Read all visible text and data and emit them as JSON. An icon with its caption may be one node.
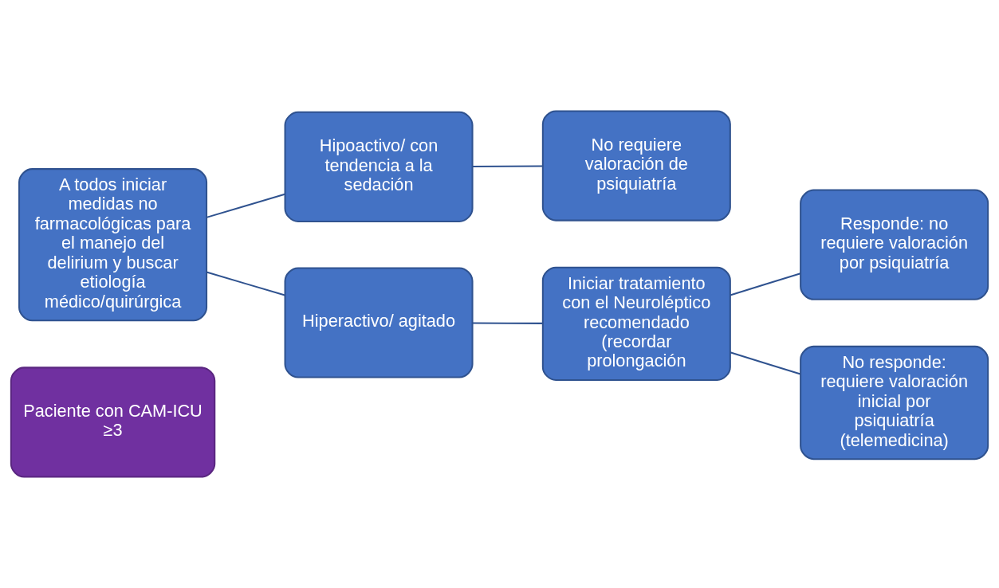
{
  "diagram": {
    "nodes": [
      {
        "text": [
          "Paciente con CAM-ICU ≥3"
        ]
      },
      {
        "text": [
          "A todos iniciar medidas no farmacológicas para el manejo del delirium y buscar etiología médico/quirúrgica"
        ]
      },
      {
        "text": [
          "Hipoactivo/ con tendencia a la sedación"
        ]
      },
      {
        "text": [
          "No requiere valoración de psiquiatría"
        ]
      },
      {
        "text": [
          "Hiperactivo/ agitado"
        ]
      },
      {
        "text": [
          "Iniciar tratamiento con el Neuroléptico recomendado (recordar prolongación"
        ]
      },
      {
        "text": [
          "Responde: no requiere valoración por psiquiatría"
        ]
      },
      {
        "text": [
          "No responde: requiere valoración inicial por psiquiatría (telemedicina)"
        ]
      }
    ],
    "edges": [
      {
        "from": 1,
        "to": 2,
        "arrow": "none"
      },
      {
        "from": 1,
        "to": 4,
        "arrow": "none"
      },
      {
        "from": 2,
        "to": 3,
        "arrow": "none"
      },
      {
        "from": 4,
        "to": 5,
        "arrow": "none"
      },
      {
        "from": 5,
        "to": 6,
        "arrow": "none"
      },
      {
        "from": 5,
        "to": 7,
        "arrow": "none"
      }
    ]
  }
}
